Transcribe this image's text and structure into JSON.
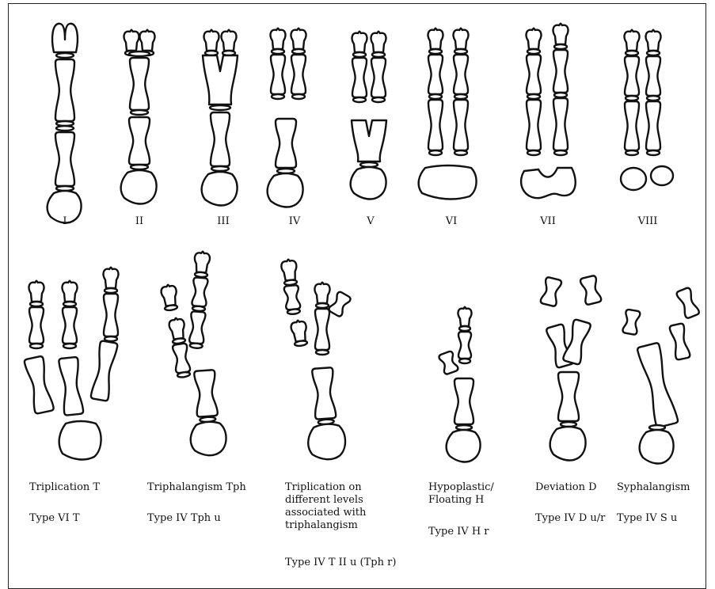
{
  "figure": {
    "top_row_labels": [
      "I",
      "II",
      "III",
      "IV",
      "V",
      "VI",
      "VII",
      "VIII"
    ],
    "bottom_captions": [
      {
        "name": "Triplication T",
        "type": "Type VI T"
      },
      {
        "name": "Triphalangism Tph",
        "type": "Type IV Tph u"
      },
      {
        "name": "Triplication on different levels associated with triphalangism",
        "type": "Type IV T II u (Tph r)"
      },
      {
        "name": "Hypoplastic/ Floating H",
        "type": "Type IV H r"
      },
      {
        "name": "Deviation D",
        "type": "Type IV D u/r"
      },
      {
        "name": "Syphalangism",
        "type": "Type IV S u"
      }
    ]
  }
}
